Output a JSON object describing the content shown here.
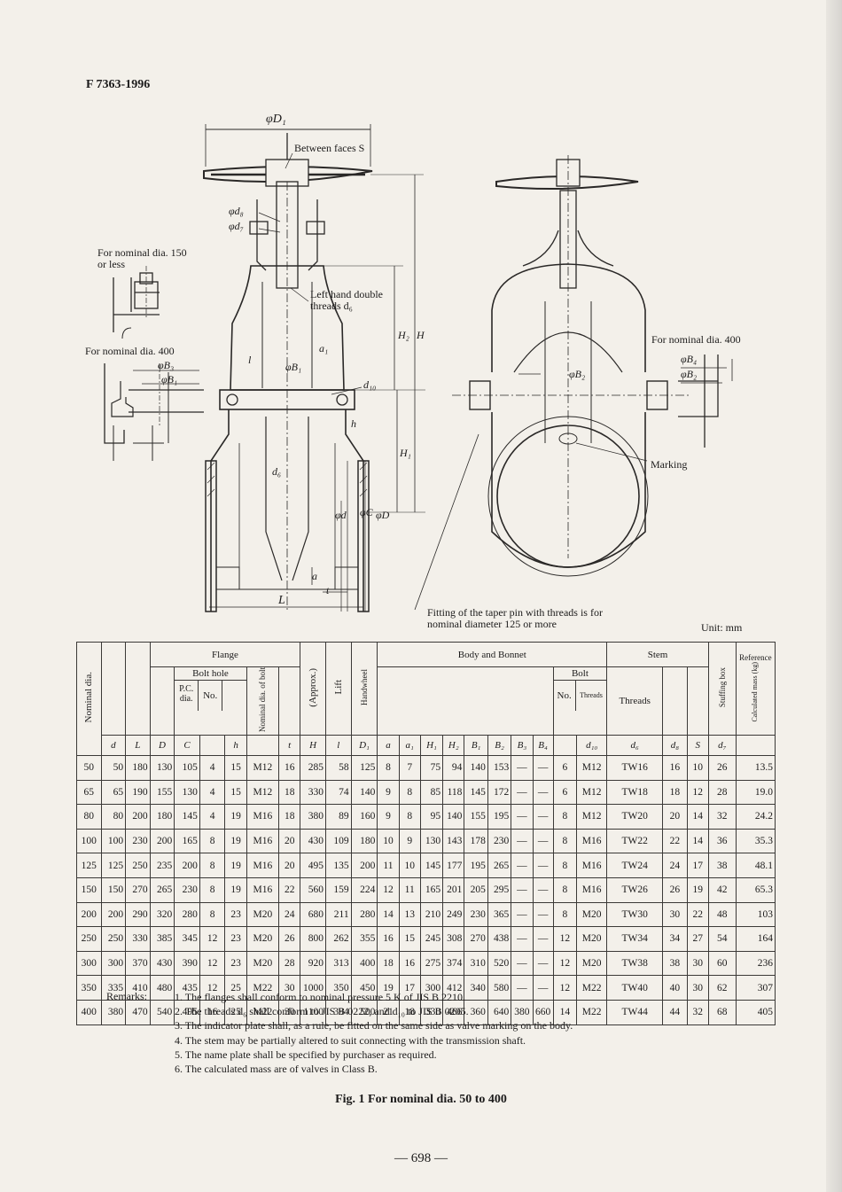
{
  "header_code": "F 7363-1996",
  "drawing": {
    "labels": {
      "phi_d1": "φD₁",
      "between_faces": "Between faces S",
      "phi_d8": "φd₈",
      "phi_d7": "φd₇",
      "for_150_or_less": "For nominal dia. 150 or less",
      "left_hand": "Left hand double threads d₆",
      "for_400_left": "For nominal dia. 400",
      "for_400_right": "For nominal dia. 400",
      "phi_b3": "φB₃",
      "phi_b1_left": "φB₁",
      "phi_b1": "φB₁",
      "phi_b2": "φB₂",
      "phi_b4_right": "φB₄",
      "phi_b2_right": "φB₂",
      "a1": "a₁",
      "d10": "d₁₀",
      "h": "h",
      "h1": "H₁",
      "h2": "H₂",
      "H": "H",
      "l": "l",
      "a": "a",
      "t": "t",
      "L": "L",
      "phi_d": "φd",
      "phi_c": "φC",
      "phi_D": "φD",
      "d6_label": "d₆",
      "marking": "Marking",
      "fitting_note": "Fitting of the taper pin with threads is for nominal diameter 125 or more"
    }
  },
  "unit": "Unit:  mm",
  "table": {
    "group_headers": {
      "nominal_dia": "Nominal dia.",
      "flange": "Flange",
      "bolt_hole": "Bolt hole",
      "pc_dia": "P.C. dia.",
      "approx": "(Approx.)",
      "lift": "Lift",
      "handwheel": "Handwheel",
      "body_bonnet": "Body and Bonnet",
      "bolt": "Bolt",
      "threads_d10": "Threads",
      "stem": "Stem",
      "threads": "Threads",
      "stuffing_box": "Stuffing box",
      "reference": "Reference",
      "calc_mass": "Calculated mass (kg)",
      "nominal_dia_bolt": "Nominal dia. of bolt",
      "no": "No.",
      "no_bolt": "No."
    },
    "symbols": [
      "d",
      "L",
      "D",
      "C",
      "h",
      "t",
      "H",
      "l",
      "D₁",
      "a",
      "a₁",
      "H₁",
      "H₂",
      "B₁",
      "B₂",
      "B₃",
      "B₄",
      "d₁₀",
      "d₆",
      "d₈",
      "S",
      "d₇"
    ],
    "rows": [
      [
        "50",
        "50",
        "180",
        "130",
        "105",
        "4",
        "15",
        "M12",
        "16",
        "285",
        "58",
        "125",
        "8",
        "7",
        "75",
        "94",
        "140",
        "153",
        "—",
        "—",
        "6",
        "M12",
        "TW16",
        "16",
        "10",
        "26",
        "13.5"
      ],
      [
        "65",
        "65",
        "190",
        "155",
        "130",
        "4",
        "15",
        "M12",
        "18",
        "330",
        "74",
        "140",
        "9",
        "8",
        "85",
        "118",
        "145",
        "172",
        "—",
        "—",
        "6",
        "M12",
        "TW18",
        "18",
        "12",
        "28",
        "19.0"
      ],
      [
        "80",
        "80",
        "200",
        "180",
        "145",
        "4",
        "19",
        "M16",
        "18",
        "380",
        "89",
        "160",
        "9",
        "8",
        "95",
        "140",
        "155",
        "195",
        "—",
        "—",
        "8",
        "M12",
        "TW20",
        "20",
        "14",
        "32",
        "24.2"
      ],
      [
        "100",
        "100",
        "230",
        "200",
        "165",
        "8",
        "19",
        "M16",
        "20",
        "430",
        "109",
        "180",
        "10",
        "9",
        "130",
        "143",
        "178",
        "230",
        "—",
        "—",
        "8",
        "M16",
        "TW22",
        "22",
        "14",
        "36",
        "35.3"
      ],
      [
        "125",
        "125",
        "250",
        "235",
        "200",
        "8",
        "19",
        "M16",
        "20",
        "495",
        "135",
        "200",
        "11",
        "10",
        "145",
        "177",
        "195",
        "265",
        "—",
        "—",
        "8",
        "M16",
        "TW24",
        "24",
        "17",
        "38",
        "48.1"
      ],
      [
        "150",
        "150",
        "270",
        "265",
        "230",
        "8",
        "19",
        "M16",
        "22",
        "560",
        "159",
        "224",
        "12",
        "11",
        "165",
        "201",
        "205",
        "295",
        "—",
        "—",
        "8",
        "M16",
        "TW26",
        "26",
        "19",
        "42",
        "65.3"
      ],
      [
        "200",
        "200",
        "290",
        "320",
        "280",
        "8",
        "23",
        "M20",
        "24",
        "680",
        "211",
        "280",
        "14",
        "13",
        "210",
        "249",
        "230",
        "365",
        "—",
        "—",
        "8",
        "M20",
        "TW30",
        "30",
        "22",
        "48",
        "103"
      ],
      [
        "250",
        "250",
        "330",
        "385",
        "345",
        "12",
        "23",
        "M20",
        "26",
        "800",
        "262",
        "355",
        "16",
        "15",
        "245",
        "308",
        "270",
        "438",
        "—",
        "—",
        "12",
        "M20",
        "TW34",
        "34",
        "27",
        "54",
        "164"
      ],
      [
        "300",
        "300",
        "370",
        "430",
        "390",
        "12",
        "23",
        "M20",
        "28",
        "920",
        "313",
        "400",
        "18",
        "16",
        "275",
        "374",
        "310",
        "520",
        "—",
        "—",
        "12",
        "M20",
        "TW38",
        "38",
        "30",
        "60",
        "236"
      ],
      [
        "350",
        "335",
        "410",
        "480",
        "435",
        "12",
        "25",
        "M22",
        "30",
        "1000",
        "350",
        "450",
        "19",
        "17",
        "300",
        "412",
        "340",
        "580",
        "—",
        "—",
        "12",
        "M22",
        "TW40",
        "40",
        "30",
        "62",
        "307"
      ],
      [
        "400",
        "380",
        "470",
        "540",
        "495",
        "16",
        "25",
        "M22",
        "30",
        "1100",
        "394",
        "500",
        "21",
        "18",
        "330",
        "466",
        "360",
        "640",
        "380",
        "660",
        "14",
        "M22",
        "TW44",
        "44",
        "32",
        "68",
        "405"
      ]
    ]
  },
  "remarks_label": "Remarks:",
  "remarks": [
    "1.  The flanges shall conform to nominal pressure 5 K of JIS B 2210.",
    "2.  The threads d₆ shall conform to JIS B 0222, and d₁₀ to JIS B 0205.",
    "3.  The indicator plate shall, as a rule, be fitted on the same side as valve marking on the body.",
    "4.  The stem may be partially altered to suit connecting with the transmission shaft.",
    "5.  The name plate shall be specified by purchaser as required.",
    "6.  The calculated mass are of valves in Class B."
  ],
  "caption": "Fig. 1    For nominal dia. 50 to 400",
  "page_number": "— 698 —"
}
